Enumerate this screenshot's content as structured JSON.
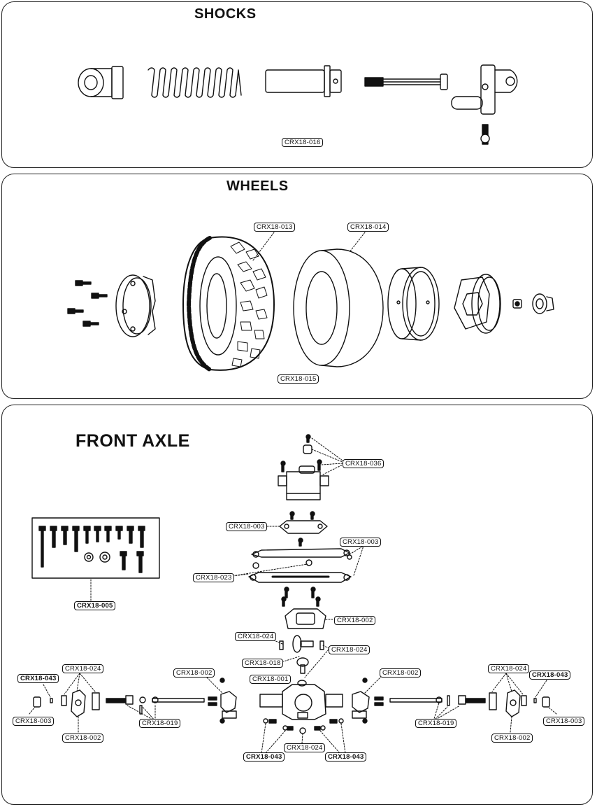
{
  "sections": {
    "shocks": {
      "title": "SHOCKS"
    },
    "wheels": {
      "title": "WHEELS"
    },
    "front_axle": {
      "title": "FRONT AXLE"
    }
  },
  "part_labels": {
    "shocks_016": "CRX18-016",
    "wheels_013": "CRX18-013",
    "wheels_014": "CRX18-014",
    "wheels_015": "CRX18-015",
    "axle_036": "CRX18-036",
    "axle_003_top": "CRX18-003",
    "axle_003_link": "CRX18-003",
    "axle_023": "CRX18-023",
    "axle_005": "CRX18-005",
    "axle_002_center": "CRX18-002",
    "axle_024_upper": "CRX18-024",
    "axle_024_right": "CRX18-024",
    "axle_018": "CRX18-018",
    "axle_001": "CRX18-001",
    "axle_002_left_knuckle": "CRX18-002",
    "axle_002_right_knuckle": "CRX18-002",
    "axle_024_left": "CRX18-024",
    "axle_043_left": "CRX18-043",
    "axle_003_left": "CRX18-003",
    "axle_002_left_bottom": "CRX18-002",
    "axle_019_left": "CRX18-019",
    "axle_024_far_right": "CRX18-024",
    "axle_043_far_right": "CRX18-043",
    "axle_003_far_right": "CRX18-003",
    "axle_002_right_bottom": "CRX18-002",
    "axle_019_right": "CRX18-019",
    "axle_043_bottom_left": "CRX18-043",
    "axle_024_bottom": "CRX18-024",
    "axle_043_bottom_right": "CRX18-043"
  },
  "icons": {
    "shock_eyelet": "shock-eyelet-icon",
    "spring": "coil-spring-icon",
    "shock_body": "shock-body-icon",
    "shock_shaft": "shock-shaft-icon",
    "shock_cap": "shock-cap-icon",
    "tire": "tire-icon",
    "foam_insert": "foam-insert-icon",
    "wheel_rim": "wheel-rim-icon",
    "beadlock_ring": "beadlock-ring-icon",
    "hex_hub": "hex-hub-icon",
    "servo": "servo-icon",
    "axle_housing": "axle-housing-icon"
  },
  "colors": {
    "line": "#111111",
    "background": "#ffffff"
  }
}
